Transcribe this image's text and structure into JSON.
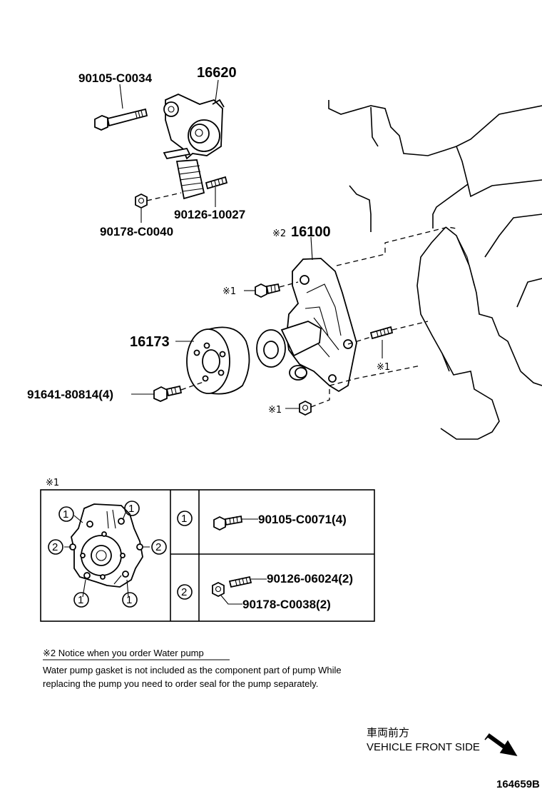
{
  "parts": {
    "bolt_top": "90105-C0034",
    "tensioner": "16620",
    "stud_small": "90126-10027",
    "nut_small": "90178-C0040",
    "water_pump": "16100",
    "pulley": "16173",
    "pulley_bolt": "91641-80814(4)"
  },
  "marks": {
    "note1": "※1",
    "note2": "※2"
  },
  "table": {
    "header": "※1",
    "rows": [
      {
        "key": "1",
        "items": [
          "90105-C0071(4)"
        ]
      },
      {
        "key": "2",
        "items": [
          "90126-06024(2)",
          "90178-C0038(2)"
        ]
      }
    ]
  },
  "notice": {
    "title": "※2 Notice when you order Water pump",
    "line1": "Water pump gasket is not included as the component part of pump While",
    "line2": "replacing the pump you need to order seal for the pump separately."
  },
  "front": {
    "jp": "車両前方",
    "en": "VEHICLE FRONT SIDE"
  },
  "figure_id": "164659B"
}
